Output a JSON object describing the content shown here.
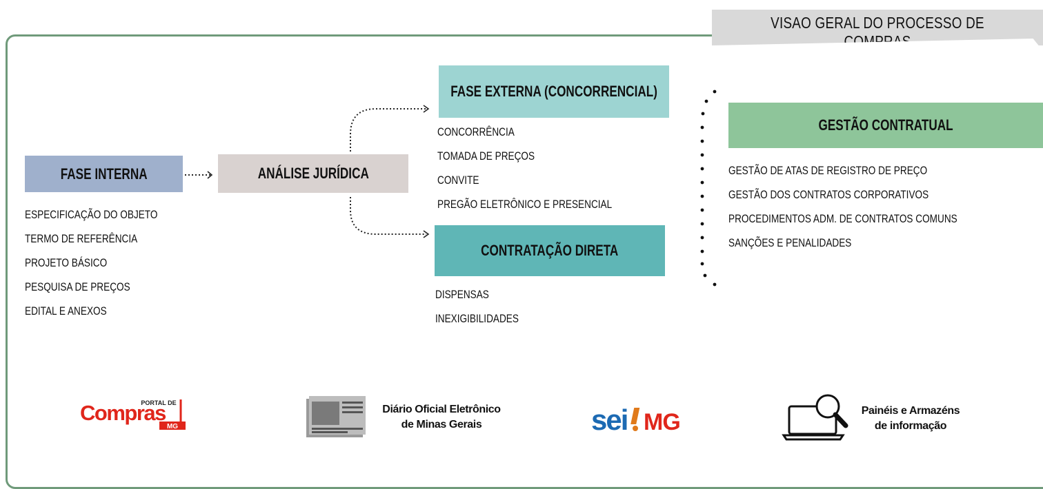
{
  "title": "VISAO GERAL DO PROCESSO DE COMPRAS",
  "fase_interna": {
    "label": "FASE INTERNA",
    "items": [
      "ESPECIFICAÇÃO DO OBJETO",
      "TERMO DE REFERÊNCIA",
      "PROJETO BÁSICO",
      "PESQUISA DE PREÇOS",
      "EDITAL E ANEXOS"
    ]
  },
  "analise_juridica": {
    "label": "ANÁLISE JURÍDICA"
  },
  "fase_externa": {
    "label": "FASE EXTERNA (CONCORRENCIAL)",
    "items": [
      "CONCORRÊNCIA",
      "TOMADA DE PREÇOS",
      "CONVITE",
      "PREGÃO ELETRÔNICO E PRESENCIAL"
    ]
  },
  "contratacao_direta": {
    "label": "CONTRATAÇÃO DIRETA",
    "items": [
      "DISPENSAS",
      "INEXIGIBILIDADES"
    ]
  },
  "gestao_contratual": {
    "label": "GESTÃO CONTRATUAL",
    "items": [
      "GESTÃO DE ATAS DE REGISTRO DE PREÇO",
      "GESTÃO DOS CONTRATOS CORPORATIVOS",
      "PROCEDIMENTOS ADM. DE CONTRATOS COMUNS",
      "SANÇÕES E PENALIDADES"
    ]
  },
  "logos": {
    "compras": {
      "portal": "PORTAL DE",
      "main": "Compras",
      "sub": "MG"
    },
    "diario": {
      "line1": "Diário Oficial Eletrônico",
      "line2": "de Minas Gerais"
    },
    "sei": {
      "main": "sei",
      "mg": "MG"
    },
    "paineis": {
      "line1": "Painéis e Armazéns",
      "line2": "de informação"
    }
  },
  "colors": {
    "frame": "#6f9a7a",
    "fase_interna": "#9fb0cc",
    "analise_juridica": "#d9d2d0",
    "fase_externa": "#9dd4d2",
    "contratacao_direta": "#5fb6b6",
    "gestao_contratual": "#8ec59a",
    "title_tab": "#d9d9d9",
    "compras_red": "#e0261b",
    "sei_blue": "#1c6ab3"
  }
}
